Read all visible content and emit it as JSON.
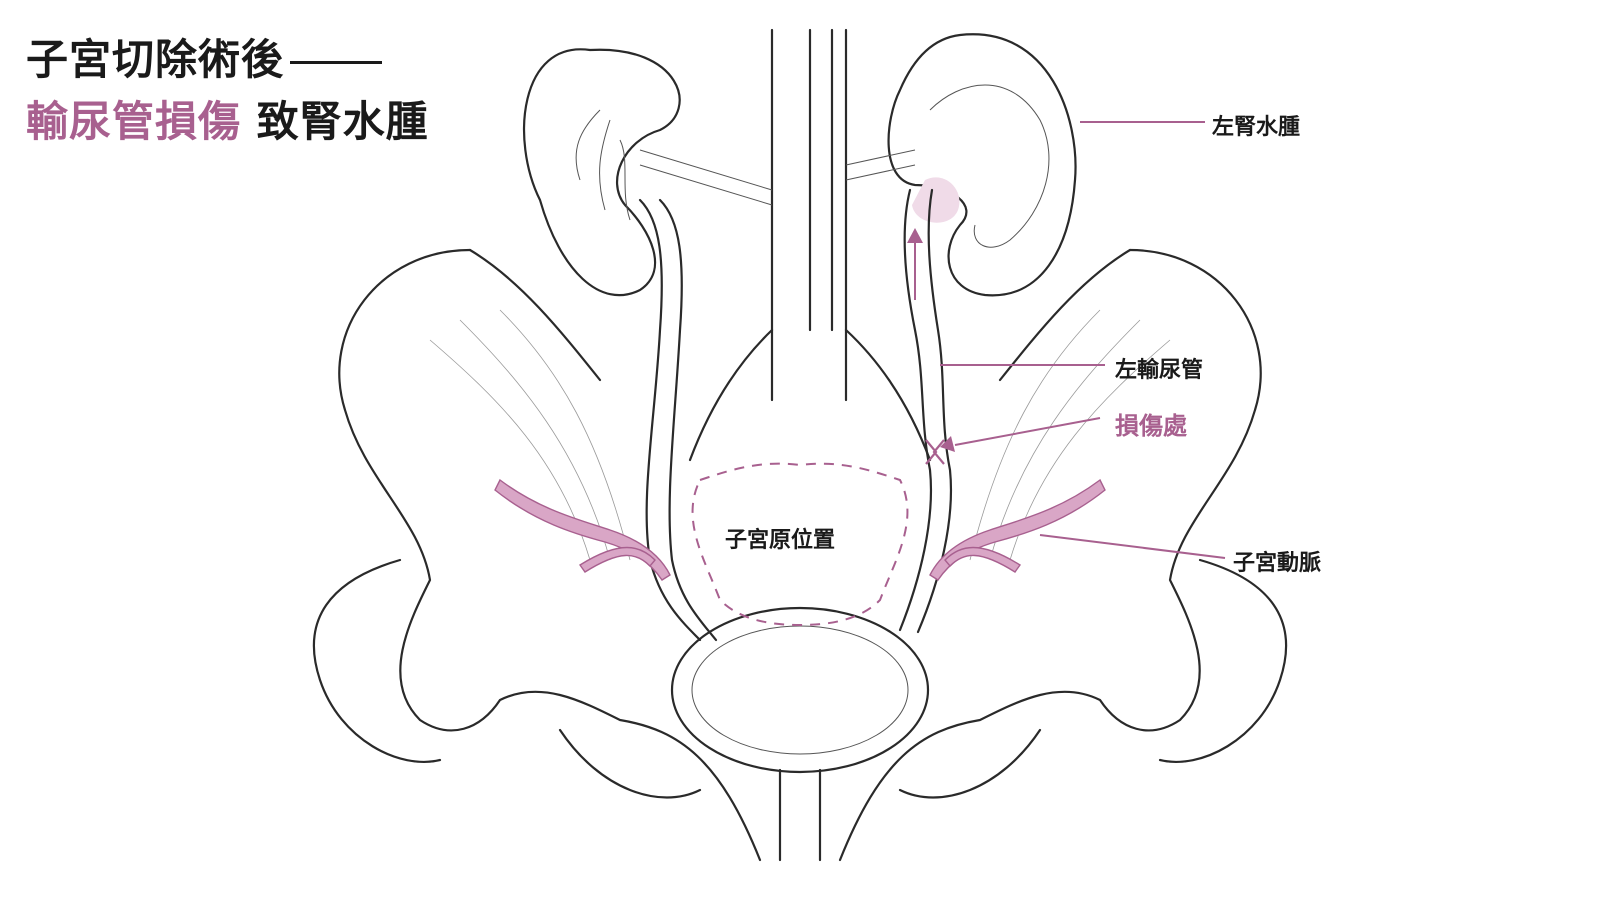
{
  "title": {
    "line1": "子宮切除術後",
    "line2_highlight": "輸尿管損傷",
    "line2_rest": "致腎水腫"
  },
  "labels": {
    "left_hydronephrosis": "左腎水腫",
    "left_ureter": "左輸尿管",
    "injury_site": "損傷處",
    "uterine_artery": "子宮動脈",
    "original_uterus_position": "子宮原位置"
  },
  "colors": {
    "accent": "#a8608f",
    "ink": "#2a2a2a",
    "pink_fill": "#d9a6c6"
  }
}
